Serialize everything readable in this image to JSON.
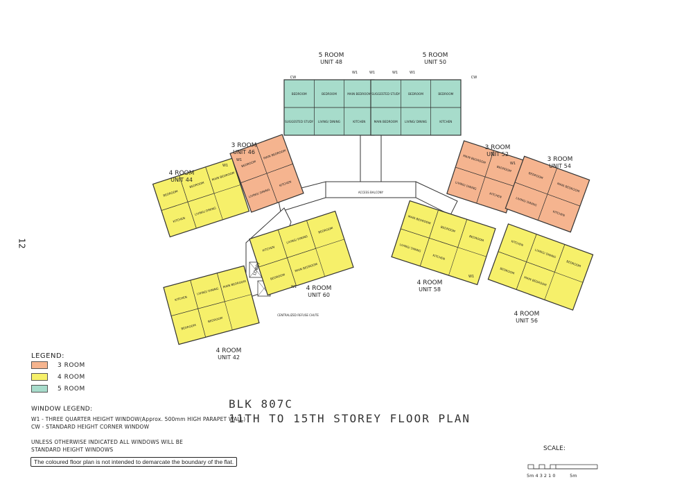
{
  "page_number": "12",
  "colors": {
    "three_room": "#f5b48f",
    "four_room": "#f6f06a",
    "five_room": "#a7dccb",
    "wall": "#333333"
  },
  "units": [
    {
      "type": "5 ROOM",
      "unit": "UNIT 48",
      "rooms": [
        "BEDROOM",
        "BEDROOM",
        "MAIN BEDROOM",
        "SUGGESTED STUDY",
        "LIVING/ DINING",
        "KITCHEN"
      ]
    },
    {
      "type": "5 ROOM",
      "unit": "UNIT 50",
      "rooms": [
        "SUGGESTED STUDY",
        "BEDROOM",
        "BEDROOM",
        "MAIN BEDROOM",
        "LIVING/ DINING",
        "KITCHEN"
      ]
    },
    {
      "type": "3 ROOM",
      "unit": "UNIT 46",
      "rooms": [
        "BEDROOM",
        "MAIN BEDROOM",
        "LIVING/ DINING",
        "KITCHEN"
      ]
    },
    {
      "type": "4 ROOM",
      "unit": "UNIT 44",
      "rooms": [
        "BEDROOM",
        "BEDROOM",
        "MAIN BEDROOM",
        "KITCHEN",
        "LIVING/ DINING"
      ]
    },
    {
      "type": "3 ROOM",
      "unit": "UNIT 52",
      "rooms": [
        "MAIN BEDROOM",
        "BEDROOM",
        "LIVING/ DINING",
        "KITCHEN"
      ]
    },
    {
      "type": "3 ROOM",
      "unit": "UNIT 54",
      "rooms": [
        "BEDROOM",
        "MAIN BEDROOM",
        "LIVING/ DINING",
        "KITCHEN"
      ]
    },
    {
      "type": "4 ROOM",
      "unit": "UNIT 60",
      "rooms": [
        "KITCHEN",
        "LIVING/ DINING",
        "BEDROOM",
        "BEDROOM",
        "MAIN BEDROOM"
      ]
    },
    {
      "type": "4 ROOM",
      "unit": "UNIT 42",
      "rooms": [
        "KITCHEN",
        "LIVING/ DINING",
        "MAIN BEDROOM",
        "BEDROOM",
        "BEDROOM"
      ]
    },
    {
      "type": "4 ROOM",
      "unit": "UNIT 58",
      "rooms": [
        "MAIN BEDROOM",
        "BEDROOM",
        "BEDROOM",
        "LIVING/ DINING",
        "KITCHEN"
      ]
    },
    {
      "type": "4 ROOM",
      "unit": "UNIT 56",
      "rooms": [
        "KITCHEN",
        "LIVING/ DINING",
        "BEDROOM",
        "BEDROOM",
        "MAIN BEDROOM"
      ]
    }
  ],
  "labels": {
    "lobby": "LOBBY",
    "access_balcony": "ACCESS BALCONY",
    "refuse_chute": "CENTRALIZED REFUSE CHUTE",
    "w1": "W1",
    "cw": "CW"
  },
  "legend": {
    "title": "LEGEND:",
    "items": [
      {
        "label": "3 ROOM",
        "color": "#f5b48f"
      },
      {
        "label": "4 ROOM",
        "color": "#f6f06a"
      },
      {
        "label": "5 ROOM",
        "color": "#a7dccb"
      }
    ]
  },
  "window_legend": {
    "title": "WINDOW LEGEND:",
    "lines": [
      "W1 - THREE QUARTER HEIGHT WINDOW(Approx. 500mm HIGH PARAPET WALL)",
      "CW - STANDARD HEIGHT CORNER WINDOW"
    ]
  },
  "note": "UNLESS OTHERWISE INDICATED ALL WINDOWS WILL BE STANDARD HEIGHT WINDOWS",
  "disclaimer": "The coloured floor plan is not intended to demarcate the boundary of the flat.",
  "title": {
    "block": "BLK 807C",
    "plan": "11TH TO 15TH STOREY FLOOR PLAN"
  },
  "scale": {
    "label": "SCALE:",
    "ticks": "5m 4 3 2 1 0          5m"
  }
}
